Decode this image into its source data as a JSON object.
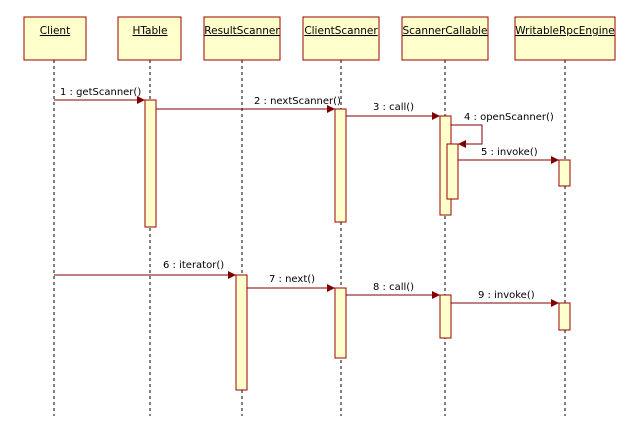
{
  "colors": {
    "background": "#ffffff",
    "box_fill": "#ffffcc",
    "box_stroke": "#990000",
    "arrow": "#800000",
    "lifeline": "#000000"
  },
  "objects": [
    {
      "id": "client",
      "label": "Client"
    },
    {
      "id": "htable",
      "label": "HTable"
    },
    {
      "id": "resultscanner",
      "label": "ResultScanner"
    },
    {
      "id": "clientscanner",
      "label": "ClientScanner"
    },
    {
      "id": "scannercallable",
      "label": "ScannerCallable"
    },
    {
      "id": "writablerpcengine",
      "label": "WritableRpcEngine"
    }
  ],
  "messages": [
    {
      "label": "1 : getScanner()",
      "from": "client",
      "to": "htable"
    },
    {
      "label": "2 : nextScanner()",
      "from": "htable",
      "to": "clientscanner"
    },
    {
      "label": "3 : call()",
      "from": "clientscanner",
      "to": "scannercallable"
    },
    {
      "label": "4 : openScanner()",
      "from": "scannercallable",
      "to": "scannercallable"
    },
    {
      "label": "5 : invoke()",
      "from": "scannercallable",
      "to": "writablerpcengine"
    },
    {
      "label": "6 : iterator()",
      "from": "client",
      "to": "resultscanner"
    },
    {
      "label": "7 : next()",
      "from": "resultscanner",
      "to": "clientscanner"
    },
    {
      "label": "8 : call()",
      "from": "clientscanner",
      "to": "scannercallable"
    },
    {
      "label": "9 : invoke()",
      "from": "scannercallable",
      "to": "writablerpcengine"
    }
  ]
}
